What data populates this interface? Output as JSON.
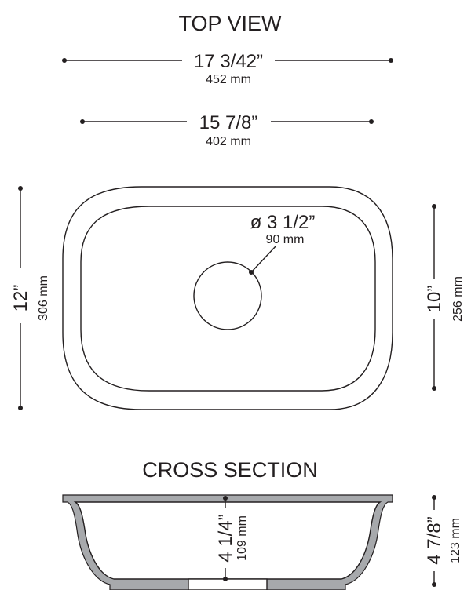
{
  "top_view": {
    "title": "TOP VIEW",
    "overall_width": {
      "imperial": "17 3/42”",
      "metric": "452 mm"
    },
    "bowl_width": {
      "imperial": "15 7/8”",
      "metric": "402 mm"
    },
    "drain": {
      "imperial": "ø 3 1/2”",
      "metric": "90 mm"
    },
    "overall_depth": {
      "imperial": "12”",
      "metric": "306 mm"
    },
    "bowl_depth": {
      "imperial": "10”",
      "metric": "256 mm"
    }
  },
  "cross_section": {
    "title": "CROSS SECTION",
    "bowl_height": {
      "imperial": "4 1/4”",
      "metric": "109 mm"
    },
    "overall_height": {
      "imperial": "4 7/8”",
      "metric": "123 mm"
    }
  },
  "colors": {
    "line": "#231f20",
    "section_fill": "#a7a9ac",
    "background": "#ffffff"
  }
}
